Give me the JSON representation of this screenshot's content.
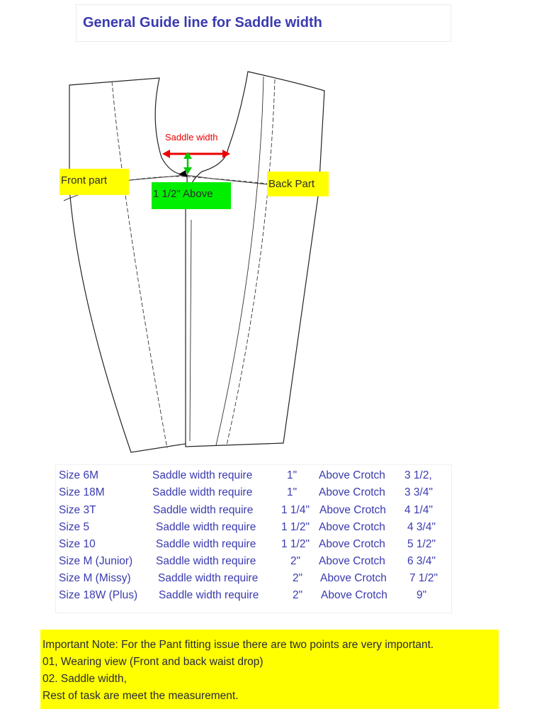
{
  "title": "General Guide line for Saddle width",
  "diagram": {
    "saddle_width_label": "Saddle width",
    "front_part_label": "Front part",
    "back_part_label": "Back Part",
    "above_label": "1 1/2\" Above",
    "colors": {
      "label_highlight": "#ffff00",
      "above_highlight": "#00ee00",
      "saddle_arrow": "#ee0000",
      "height_arrow": "#00cc00"
    }
  },
  "sizes": [
    {
      "size": "Size 6M",
      "require": "Saddle width require",
      "width": "1\"",
      "above": "Above Crotch",
      "crotch": "3 1/2,"
    },
    {
      "size": "Size 18M",
      "require": "Saddle width require",
      "width": "1\"",
      "above": "Above Crotch",
      "crotch": "3 3/4\""
    },
    {
      "size": "Size 3T",
      "require": "Saddle width require",
      "width": "1 1/4\"",
      "above": "Above Crotch",
      "crotch": "4 1/4\""
    },
    {
      "size": "Size  5",
      "require": "Saddle width require",
      "width": "1 1/2\"",
      "above": "Above Crotch",
      "crotch": "4 3/4\""
    },
    {
      "size": "Size  10",
      "require": "Saddle width require",
      "width": "1 1/2\"",
      "above": "Above Crotch",
      "crotch": "5 1/2\""
    },
    {
      "size": "Size M (Junior)",
      "require": "Saddle width require",
      "width": "2\"",
      "above": "Above Crotch",
      "crotch": "6 3/4\""
    },
    {
      "size": "Size M (Missy)",
      "require": "Saddle width require",
      "width": "2\"",
      "above": "Above Crotch",
      "crotch": "7 1/2\""
    },
    {
      "size": "Size 18W (Plus)",
      "require": "Saddle width require",
      "width": "2\"",
      "above": "Above Crotch",
      "crotch": "9\""
    }
  ],
  "note": {
    "lines": [
      "Important Note: For the Pant fitting issue there are two points are very  important.",
      "01, Wearing view (Front and back waist drop)",
      "02. Saddle width,",
      "Rest of task are meet the measurement."
    ]
  }
}
